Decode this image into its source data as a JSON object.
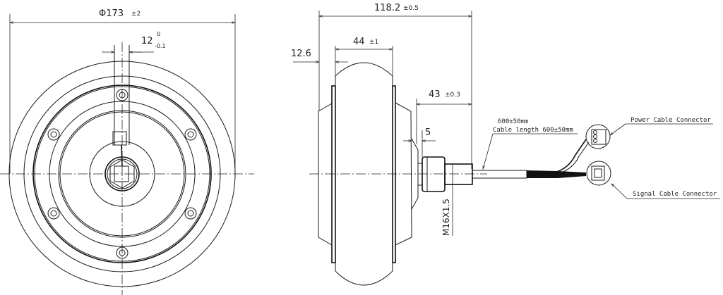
{
  "front_view": {
    "diameter_label": "Φ173",
    "diameter_tol": "±2",
    "shaft_width": "12",
    "shaft_tol_upper": "0",
    "shaft_tol_lower": "-0.1"
  },
  "side_view": {
    "overall_width": "118.2",
    "overall_width_tol": "±0.5",
    "tire_width": "44",
    "tire_width_tol": "±1",
    "offset": "12.6",
    "axle_length": "43",
    "axle_length_tol": "±0.3",
    "step": "5",
    "thread": "M16X1.5"
  },
  "cable": {
    "length_short": "600±50mm",
    "length_label": "Cable length 600±50mm",
    "power_connector": "Power Cable Connector",
    "signal_connector": "Signal Cable Connector"
  }
}
